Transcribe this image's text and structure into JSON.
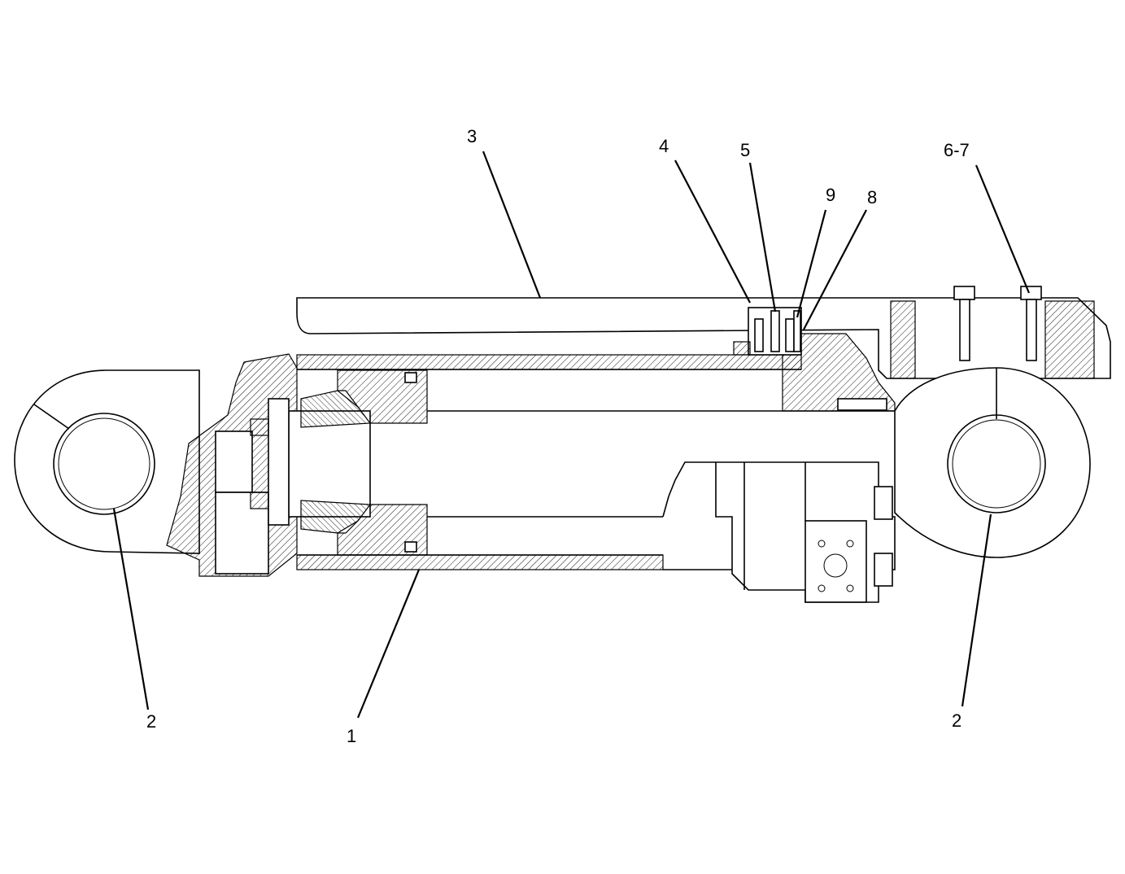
{
  "callouts": [
    {
      "id": "c1",
      "label": "1"
    },
    {
      "id": "c2a",
      "label": "2"
    },
    {
      "id": "c2b",
      "label": "2"
    },
    {
      "id": "c3",
      "label": "3"
    },
    {
      "id": "c4",
      "label": "4"
    },
    {
      "id": "c5",
      "label": "5"
    },
    {
      "id": "c67",
      "label": "6-7"
    },
    {
      "id": "c8",
      "label": "8"
    },
    {
      "id": "c9",
      "label": "9"
    }
  ]
}
